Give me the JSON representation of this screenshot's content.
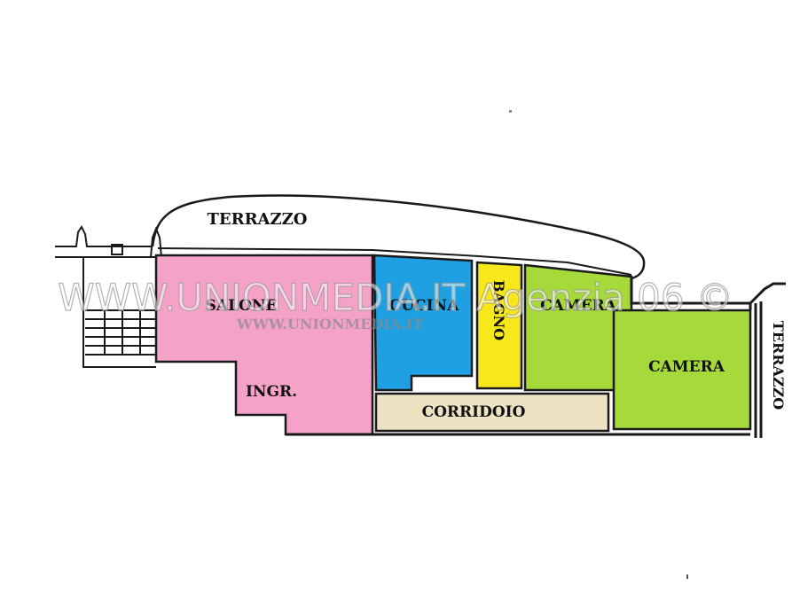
{
  "rooms": {
    "terrazzo_top": "TERRAZZO",
    "salone": "SALONE",
    "ingresso": "INGR.",
    "cucina": "CUCINA",
    "bagno": "BAGNO",
    "camera_1": "CAMERA",
    "camera_2": "CAMERA",
    "corridoio": "CORRIDOIO",
    "terrazzo_right": "TERRAZZO"
  },
  "watermark": {
    "main": "WWW.UNIONMEDIA.IT Agenzia 06 ©",
    "url": "WWW.UNIONMEDIA.IT"
  },
  "colors": {
    "salone": "#f4a2c8",
    "cucina": "#1ea0e2",
    "bagno": "#f6e81a",
    "camera": "#a6d93a",
    "corridoio": "#ede2c2",
    "wall": "#1a1a1a"
  }
}
